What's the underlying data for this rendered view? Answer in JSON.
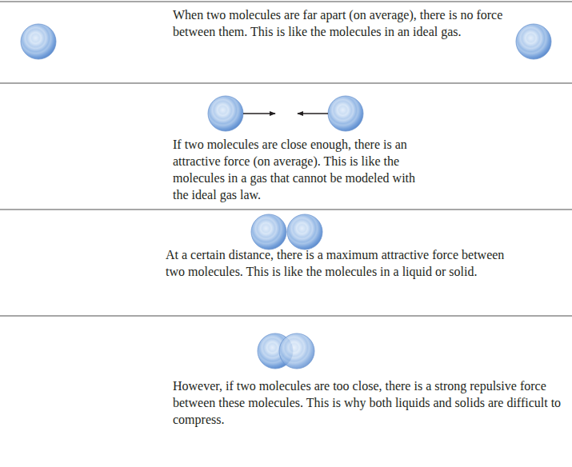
{
  "diagram": {
    "labels": [
      "When two molecules are far apart (on average), there is no force between them. This is like the molecules in an ideal gas.",
      "If two molecules are close enough, there is an attractive force (on average). This is like the molecules in a gas that cannot be modeled with the ideal gas law.",
      "At a certain distance, there is a maximum attractive force between two molecules. This is like the molecules in a liquid or solid.",
      "However, if two molecules are too close, there is a strong repulsive force between these molecules. This is why both liquids and solids are difficult to compress."
    ]
  }
}
